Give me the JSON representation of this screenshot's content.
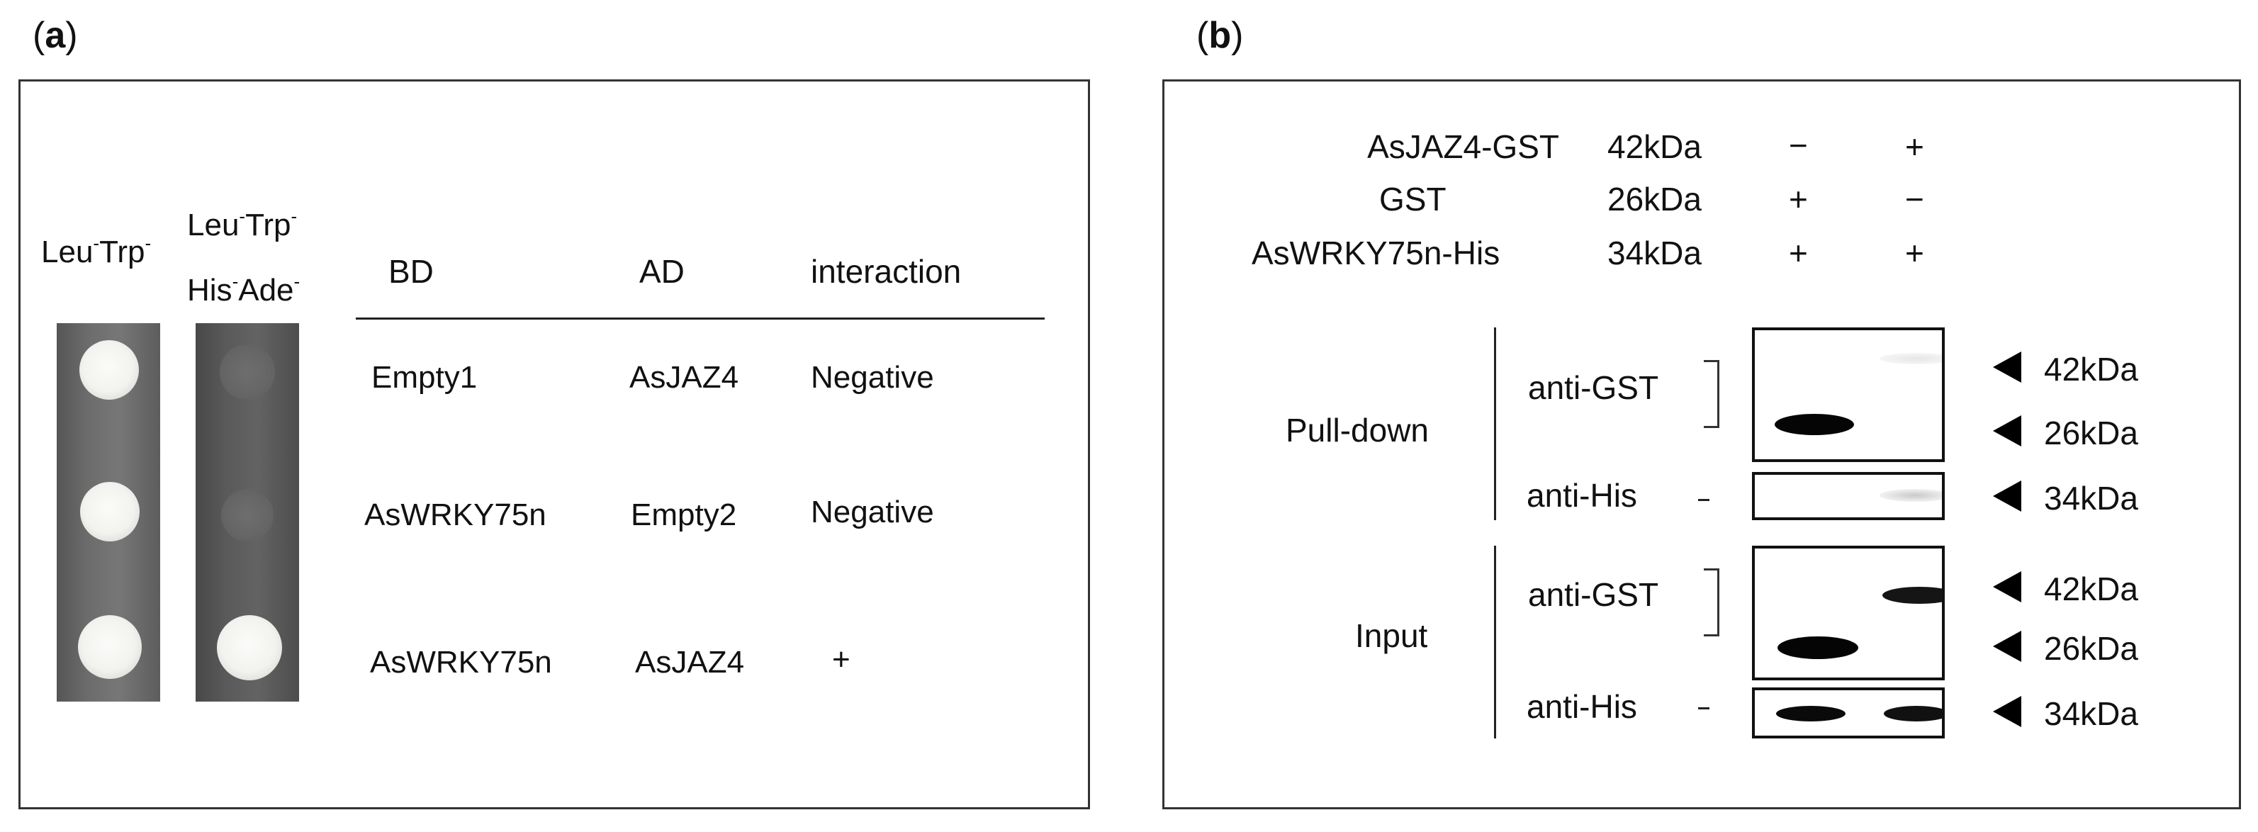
{
  "panel_a": {
    "label_open": "(",
    "label_letter": "a",
    "label_close": ")",
    "plate1_main": "Leu",
    "plate1_s1": "-",
    "plate1_mid": "Trp",
    "plate1_s2": "-",
    "plate2_l1_main": "Leu",
    "plate2_l1_s1": "-",
    "plate2_l1_mid": "Trp",
    "plate2_l1_s2": "-",
    "plate2_l2_main": "His",
    "plate2_l2_s1": "-",
    "plate2_l2_mid": "Ade",
    "plate2_l2_s2": "-",
    "headers": {
      "bd": "BD",
      "ad": "AD",
      "interaction": "interaction"
    },
    "rows": [
      {
        "bd": "Empty1",
        "ad": "AsJAZ4",
        "interaction": "Negative"
      },
      {
        "bd": "AsWRKY75n",
        "ad": "Empty2",
        "interaction": "Negative"
      },
      {
        "bd": "AsWRKY75n",
        "ad": "AsJAZ4",
        "interaction": "+"
      }
    ]
  },
  "panel_b": {
    "label_open": "(",
    "label_letter": "b",
    "label_close": ")",
    "proteins": [
      {
        "name": "AsJAZ4-GST",
        "size": "42kDa",
        "lane1": "−",
        "lane2": "+"
      },
      {
        "name": "GST",
        "size": "26kDa",
        "lane1": "+",
        "lane2": "−"
      },
      {
        "name": "AsWRKY75n-His",
        "size": "34kDa",
        "lane1": "+",
        "lane2": "+"
      }
    ],
    "pulldown_label": "Pull-down",
    "input_label": "Input",
    "antibodies": {
      "gst": "anti-GST",
      "his": "anti-His"
    },
    "markers": {
      "kda42": "42kDa",
      "kda26": "26kDa",
      "kda34": "34kDa"
    }
  }
}
